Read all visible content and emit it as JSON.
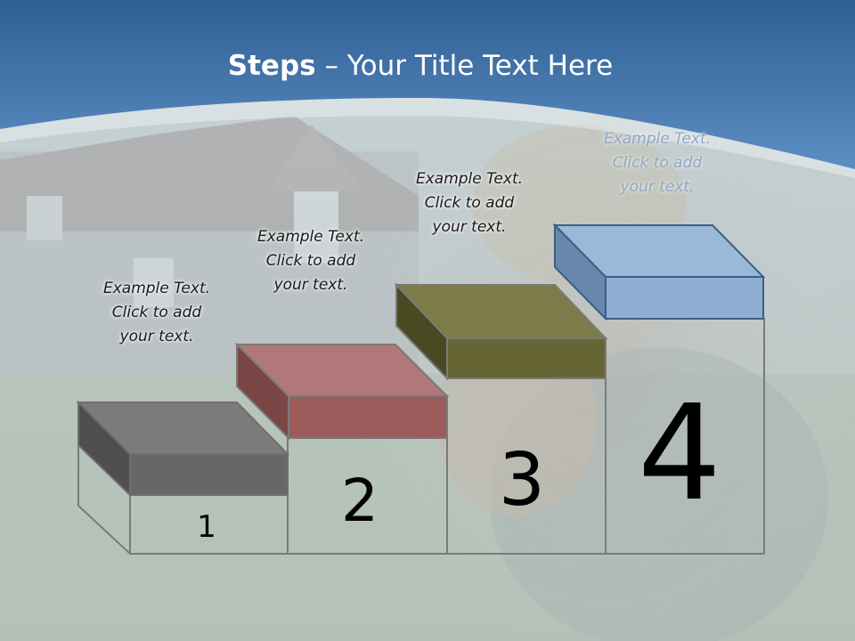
{
  "title": {
    "bold": "Steps",
    "rest": " – Your Title Text Here"
  },
  "steps": [
    {
      "number": "1",
      "caption": [
        "Example Text.",
        "Click  to add",
        "your text."
      ]
    },
    {
      "number": "2",
      "caption": [
        "Example Text.",
        "Click  to add",
        "your text."
      ]
    },
    {
      "number": "3",
      "caption": [
        "Example Text.",
        "Click  to add",
        "your text."
      ]
    },
    {
      "number": "4",
      "caption": [
        "Example Text.",
        "Click  to add",
        "your text."
      ]
    }
  ],
  "colors": {
    "header_blue": "#4f7fb4",
    "step1": "#6b6b6b",
    "step2": "#9e5f5f",
    "step3": "#66662e",
    "step4": "#8fb0d6"
  }
}
